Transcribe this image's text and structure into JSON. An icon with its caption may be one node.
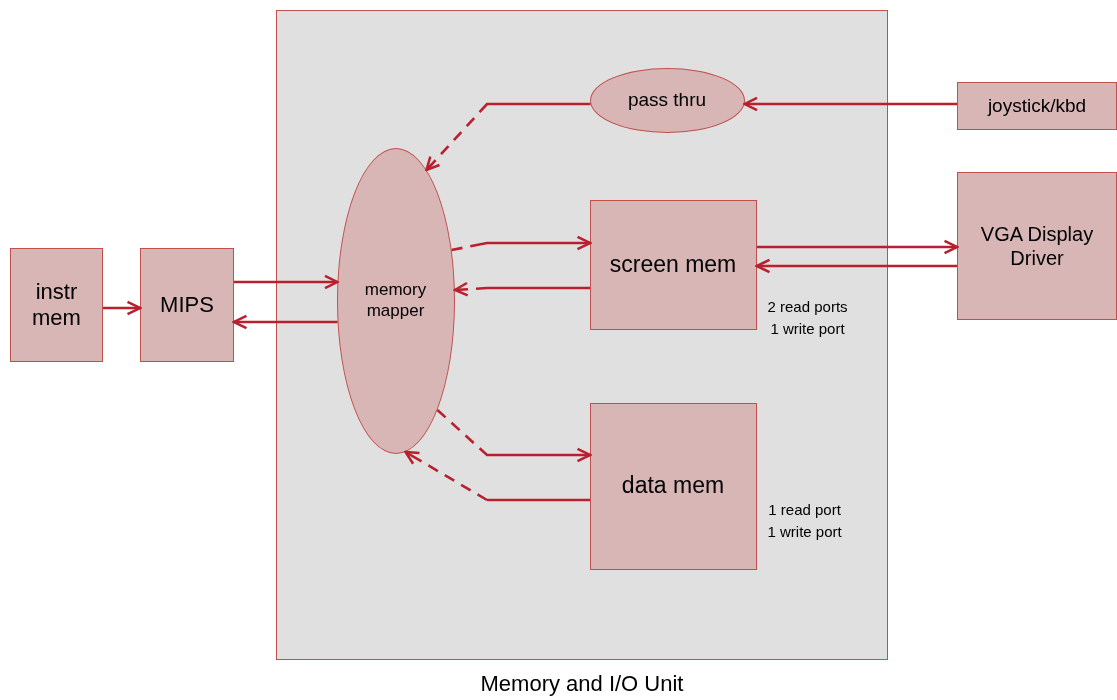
{
  "diagram": {
    "nodes": [
      {
        "text": [
          "Memory and I/O Unit"
        ]
      },
      {
        "text": [
          "instr mem"
        ]
      },
      {
        "text": [
          "MIPS"
        ]
      },
      {
        "text": [
          "memory mapper"
        ],
        "in": 0
      },
      {
        "text": [
          "pass thru"
        ],
        "in": 0
      },
      {
        "text": [
          "screen mem"
        ],
        "in": 0,
        "beside": [
          "2 read ports",
          "1 write port"
        ]
      },
      {
        "text": [
          "data mem"
        ],
        "in": 0,
        "beside": [
          "1 read port",
          "1 write port"
        ]
      },
      {
        "text": [
          "joystick/kbd"
        ]
      },
      {
        "text": [
          "VGA Display Driver"
        ]
      }
    ],
    "edges": [
      {
        "from": 1,
        "to": 2,
        "arrow": "to"
      },
      {
        "from": 2,
        "to": 3,
        "arrow": "to"
      },
      {
        "from": 3,
        "to": 2,
        "arrow": "to"
      },
      {
        "from": 7,
        "to": 4,
        "arrow": "to"
      },
      {
        "from": 4,
        "to": 3,
        "arrow": "to",
        "style": "dashed"
      },
      {
        "from": 3,
        "to": 5,
        "arrow": "to",
        "style": "dashed"
      },
      {
        "from": 5,
        "to": 3,
        "arrow": "to",
        "style": "dashed"
      },
      {
        "from": 3,
        "to": 6,
        "arrow": "to",
        "style": "dashed"
      },
      {
        "from": 6,
        "to": 3,
        "arrow": "to",
        "style": "dashed"
      },
      {
        "from": 5,
        "to": 8,
        "arrow": "to"
      },
      {
        "from": 8,
        "to": 5,
        "arrow": "to"
      }
    ]
  }
}
